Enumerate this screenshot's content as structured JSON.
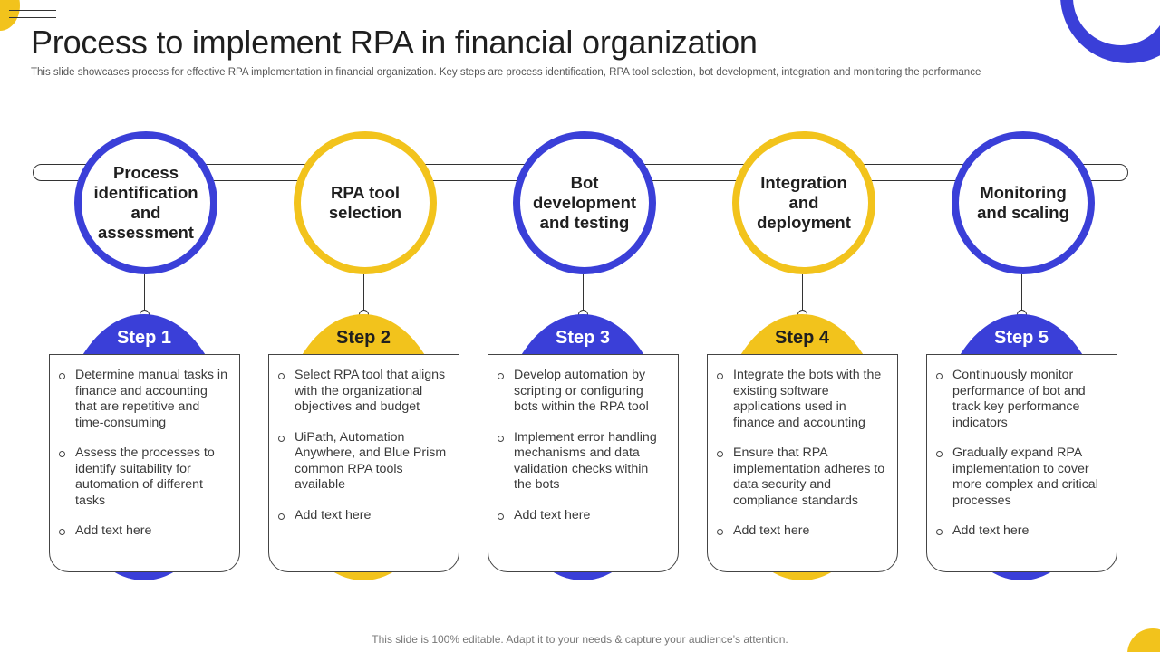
{
  "slide": {
    "title": "Process to implement RPA in financial organization",
    "subtitle": "This slide showcases process for effective RPA implementation in financial organization. Key steps are process identification, RPA tool selection, bot development, integration and monitoring the performance",
    "footer": "This slide is 100% editable. Adapt it to your needs & capture your audience’s attention."
  },
  "colors": {
    "blue": "#3a3fd8",
    "yellow": "#f2c31c"
  },
  "steps": [
    {
      "circle_label": "Process identification and assessment",
      "step_label": "Step 1",
      "color": "blue",
      "bullets": [
        "Determine manual tasks in finance and accounting that are repetitive and time-consuming",
        "Assess the processes to identify suitability for automation of different tasks",
        "Add text here"
      ]
    },
    {
      "circle_label": "RPA tool selection",
      "step_label": "Step 2",
      "color": "yellow",
      "bullets": [
        "Select RPA tool that aligns with the organizational objectives and budget",
        "UiPath, Automation Anywhere, and Blue Prism common RPA tools available",
        "Add text here"
      ]
    },
    {
      "circle_label": "Bot development and testing",
      "step_label": "Step 3",
      "color": "blue",
      "bullets": [
        "Develop automation by scripting or configuring bots within the RPA tool",
        "Implement error handling mechanisms and data validation checks within the bots",
        "Add text here"
      ]
    },
    {
      "circle_label": "Integration and deployment",
      "step_label": "Step 4",
      "color": "yellow",
      "bullets": [
        "Integrate the bots with the existing software applications used in finance and accounting",
        "Ensure that RPA implementation adheres to data security and compliance standards",
        "Add text here"
      ]
    },
    {
      "circle_label": "Monitoring and scaling",
      "step_label": "Step 5",
      "color": "blue",
      "bullets": [
        "Continuously monitor performance of bot and track key performance indicators",
        "Gradually expand RPA implementation to cover more complex and critical processes",
        "Add text here"
      ]
    }
  ]
}
